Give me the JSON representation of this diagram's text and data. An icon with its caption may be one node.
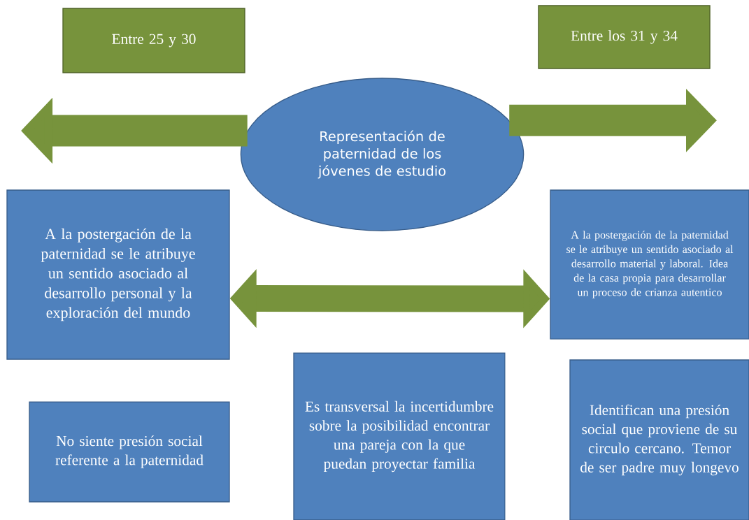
{
  "diagram": {
    "nodes": [
      {
        "text": [
          "Entre 25 y 30"
        ]
      },
      {
        "text": [
          "Entre los 31 y 34"
        ]
      },
      {
        "text": [
          "Representación de paternidad de los jóvenes de estudio"
        ]
      },
      {
        "text": [
          "A la postergación de la paternidad se le atribuye un sentido asociado al desarrollo personal y la exploración del mundo"
        ]
      },
      {
        "text": [
          "A la postergación de la paternidad se le atribuye un sentido asociado al desarrollo material y laboral. Idea de la casa propia para desarrollar un proceso de crianza autentico"
        ]
      },
      {
        "text": [
          "No siente presión social referente a la paternidad"
        ]
      },
      {
        "text": [
          "Es transversal la incertidumbre sobre la posibilidad encontrar una pareja con la que puedan proyectar familia"
        ]
      },
      {
        "text": [
          "Identifican una presión social que proviene de su circulo cercano. Temor de ser padre muy longevo"
        ]
      }
    ],
    "edges": [
      {
        "from": 2,
        "to": null,
        "arrow": "to"
      },
      {
        "from": 2,
        "to": null,
        "arrow": "to"
      },
      {
        "from": 3,
        "to": 4,
        "arrow": "both"
      }
    ]
  }
}
